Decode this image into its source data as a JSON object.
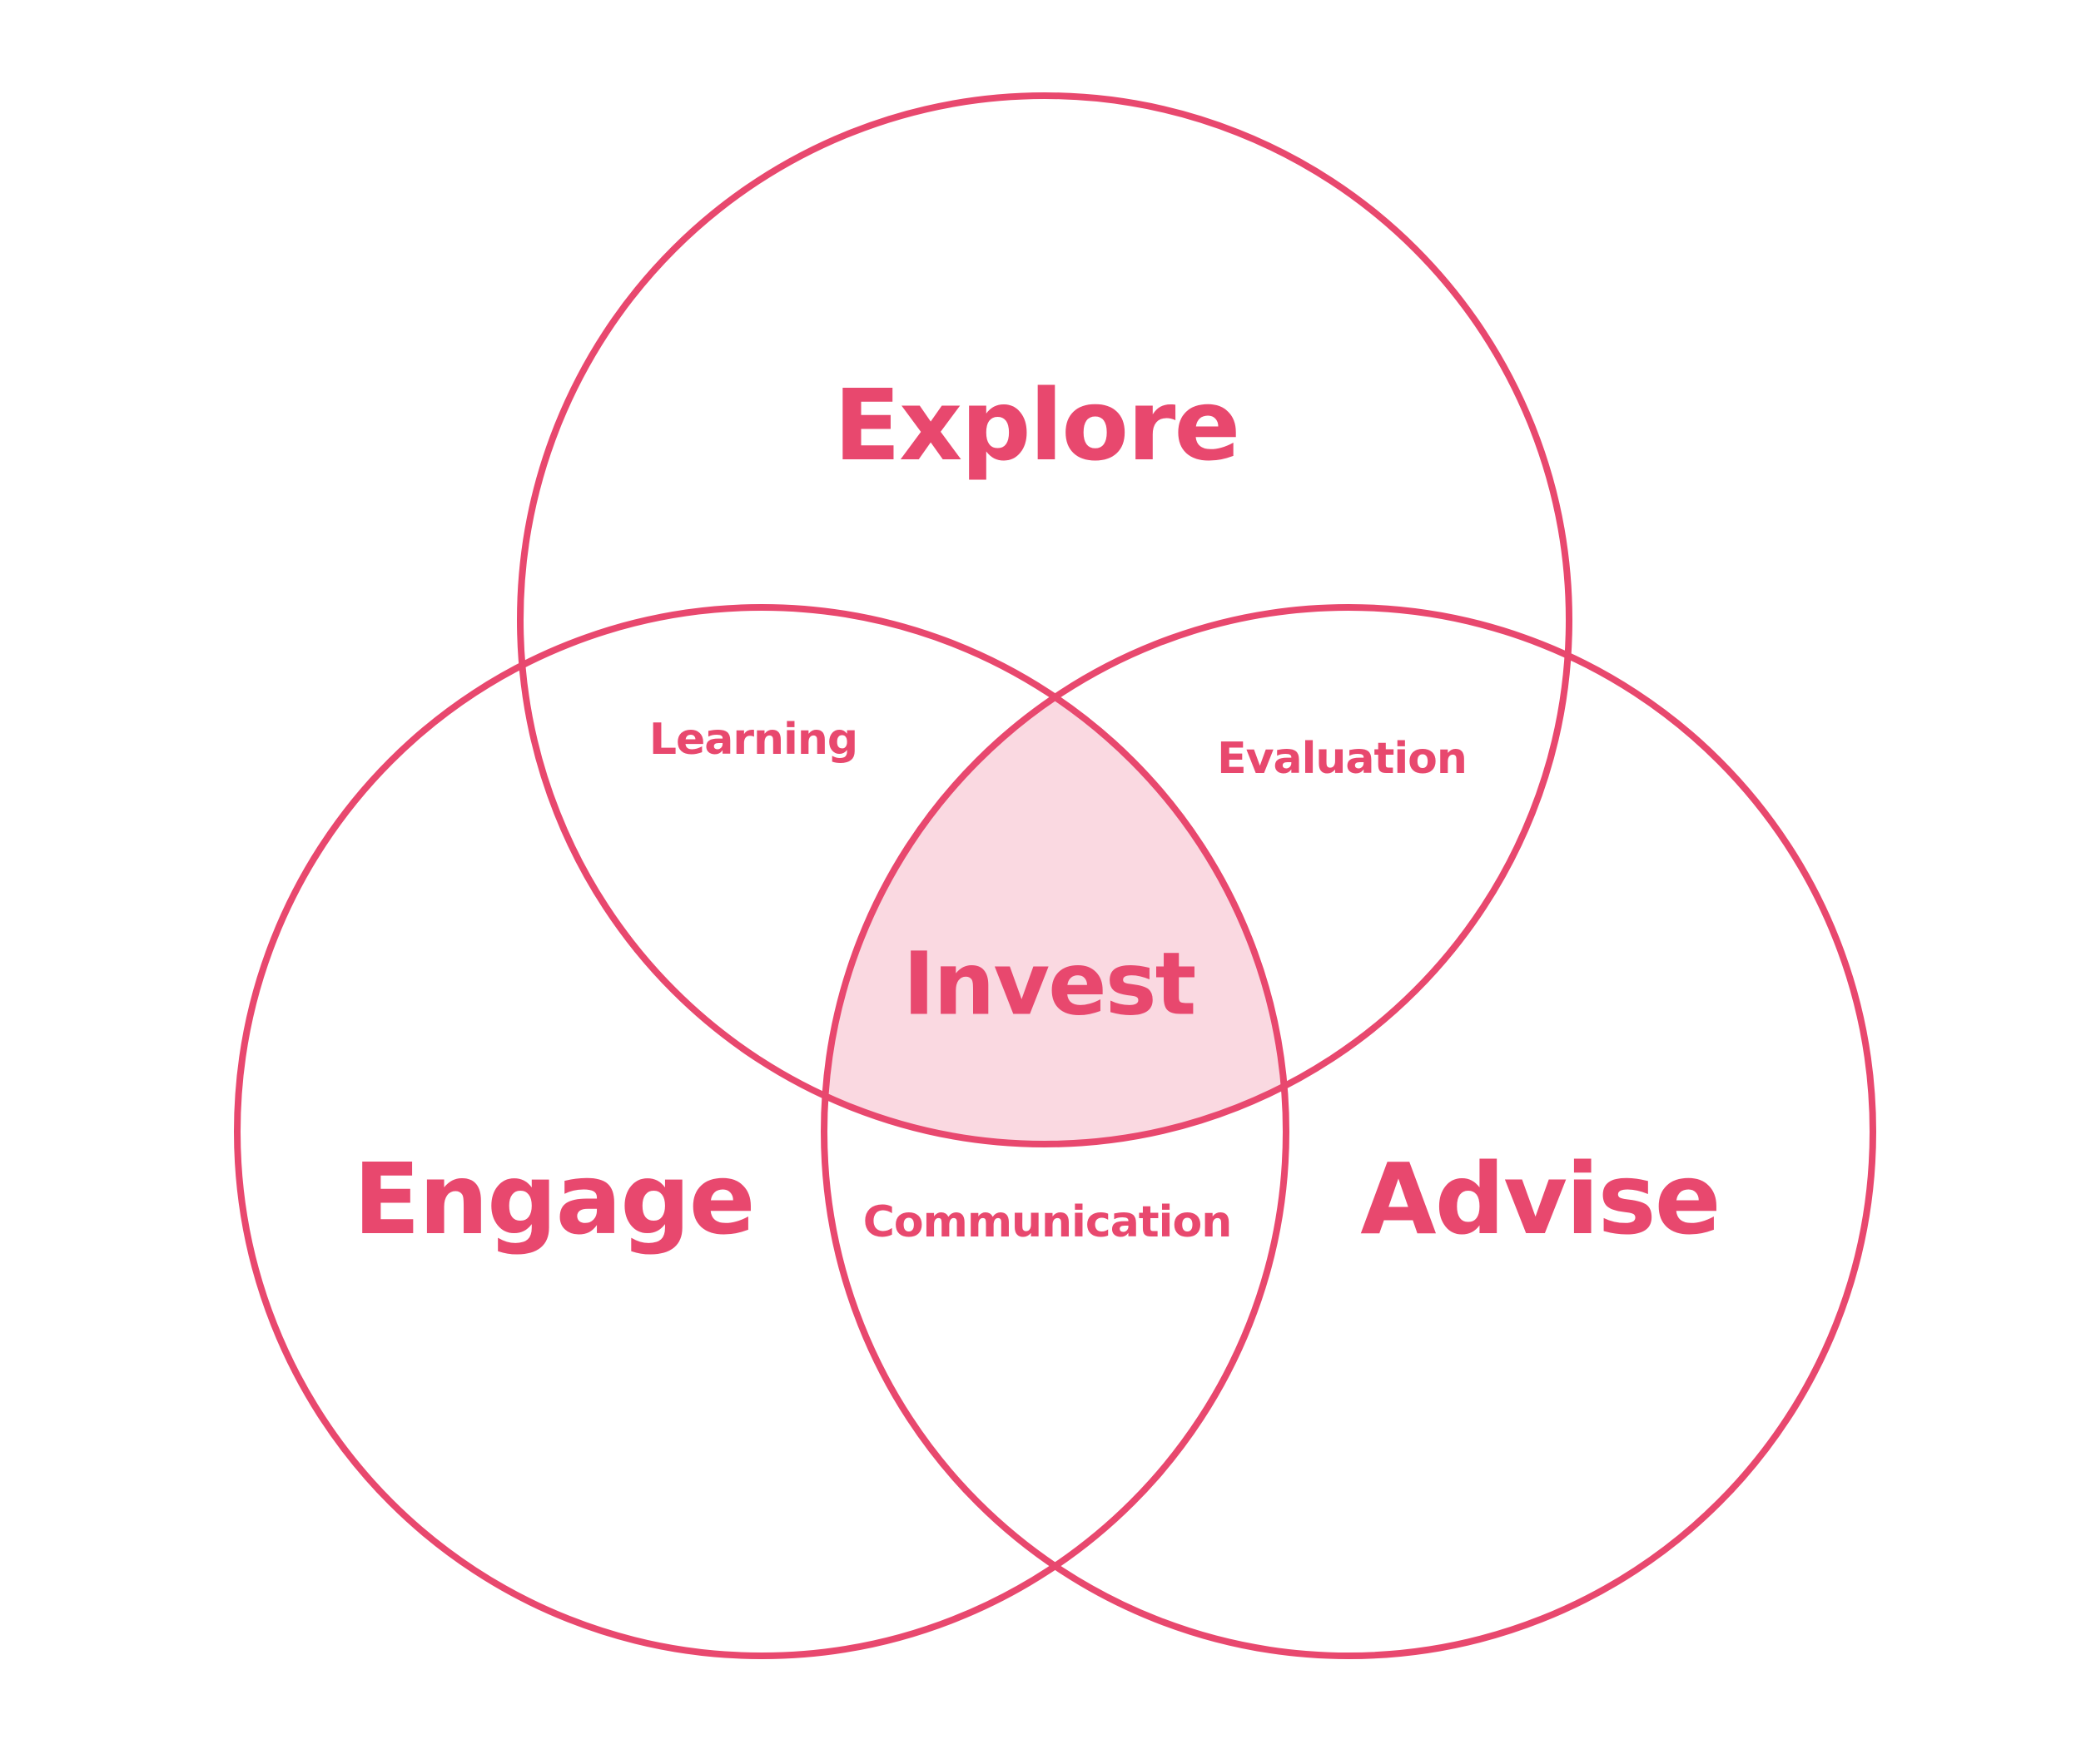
{
  "colors": {
    "accent": "#E8486E",
    "center_fill": "#FAD9E1",
    "background": "#FFFFFF"
  },
  "sets": [
    {
      "id": "explore",
      "label": "Explore"
    },
    {
      "id": "engage",
      "label": "Engage"
    },
    {
      "id": "advise",
      "label": "Advise"
    }
  ],
  "intersections": {
    "explore_engage": "Learning",
    "explore_advise": "Evaluation",
    "engage_advise": "Communication",
    "all": "Invest"
  }
}
